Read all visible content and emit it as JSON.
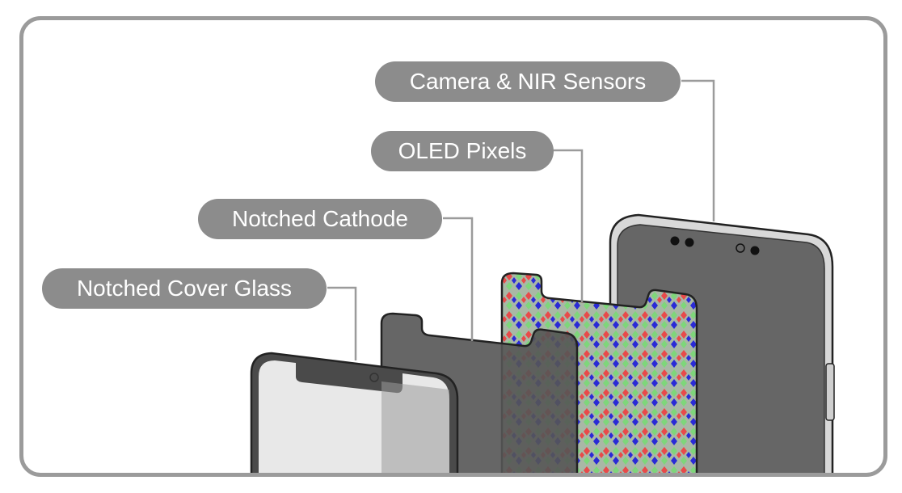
{
  "labels": {
    "camera_nir_sensors": "Camera & NIR Sensors",
    "oled_pixels": "OLED Pixels",
    "notched_cathode": "Notched Cathode",
    "notched_cover_glass": "Notched Cover Glass"
  },
  "colors": {
    "frame": "#9b9b9b",
    "label_pill": "#8c8c8c",
    "leader_line": "#9b9b9b",
    "pixel_red": "#e84a4a",
    "pixel_green": "#7ed67a",
    "pixel_blue": "#2a2ad6",
    "cathode": "#555555",
    "phone_screen": "#666666",
    "phone_body": "#d5d5d5",
    "cover_glass": "#e8e8e8"
  }
}
